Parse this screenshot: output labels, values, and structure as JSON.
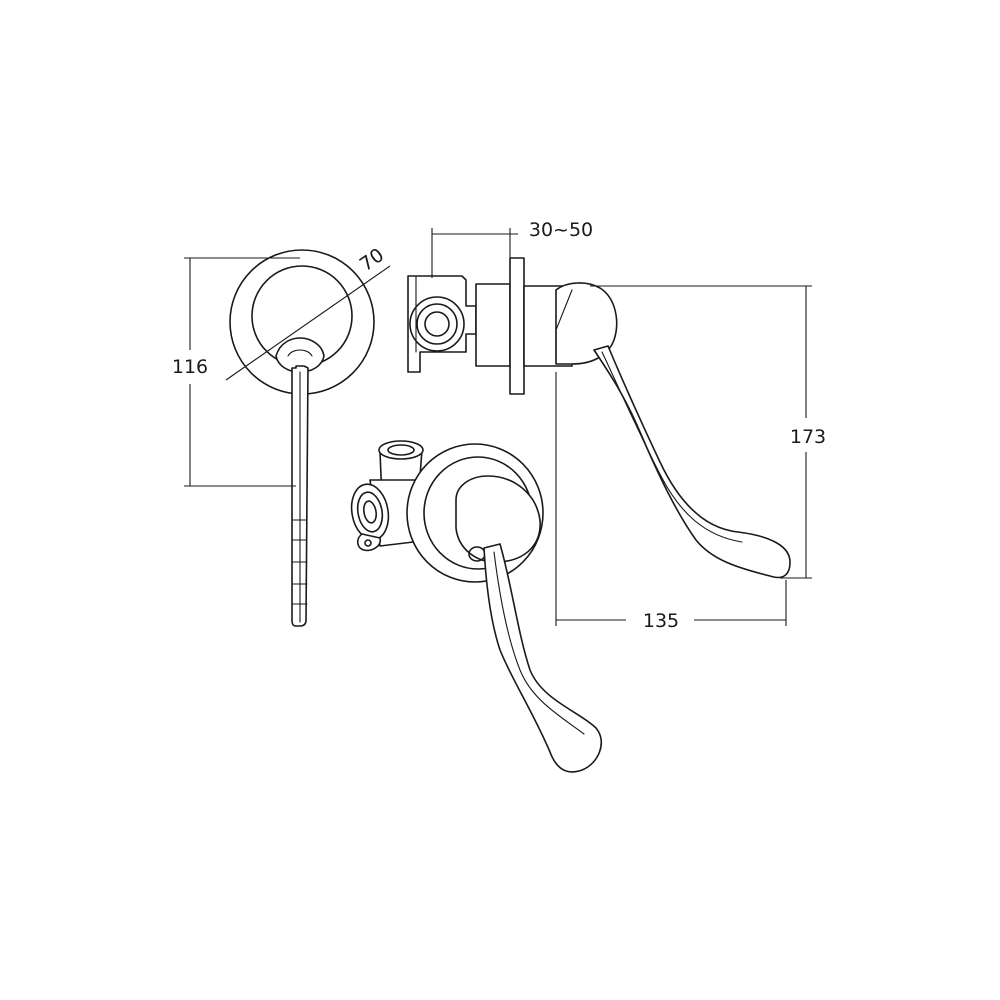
{
  "dimensions": {
    "plate_height": "116",
    "plate_diameter": "70",
    "wall_depth": "30~50",
    "total_height": "173",
    "reach": "135"
  },
  "colors": {
    "line": "#1a1a1a",
    "background": "#ffffff"
  }
}
